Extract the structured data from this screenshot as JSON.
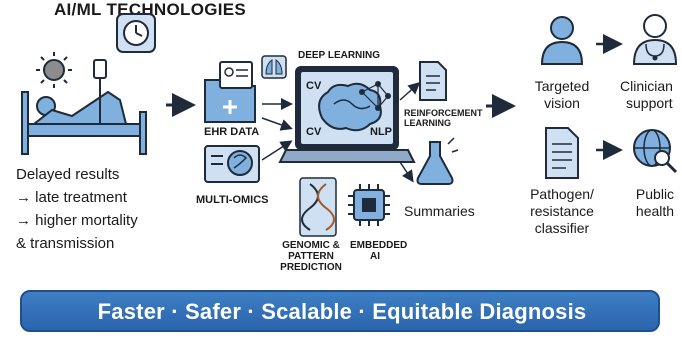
{
  "title": "AI/ML TECHNOLOGIES",
  "left": {
    "line1": "Delayed results",
    "line2": "→ late treatment",
    "line3": "→ higher mortality",
    "line4": "& transmission"
  },
  "middle": {
    "ehr": "EHR DATA",
    "multiomics": "MULTI-OMICS",
    "deep_learning": "DEEP LEARNING",
    "cv_top": "CV",
    "cv_bottom": "CV",
    "nlp": "NLP",
    "reinforcement_1": "REINFORCEMENT",
    "reinforcement_2": "LEARNING",
    "summaries": "Summaries",
    "genomic_1": "GENOMIC &",
    "genomic_2": "PATTERN",
    "genomic_3": "PREDICTION",
    "embedded_1": "EMBEDDED",
    "embedded_2": "AI"
  },
  "right": {
    "targeted_1": "Targeted",
    "targeted_2": "vision",
    "clinician_1": "Clinician",
    "clinician_2": "support",
    "pathogen_1": "Pathogen/",
    "pathogen_2": "resistance",
    "pathogen_3": "classifier",
    "public_1": "Public",
    "public_2": "health"
  },
  "banner": "Faster · Safer · Scalable · Equitable Diagnosis",
  "colors": {
    "icon_blue": "#7fb0de",
    "stroke": "#1f2a3a",
    "banner": "#2f6cb5"
  }
}
